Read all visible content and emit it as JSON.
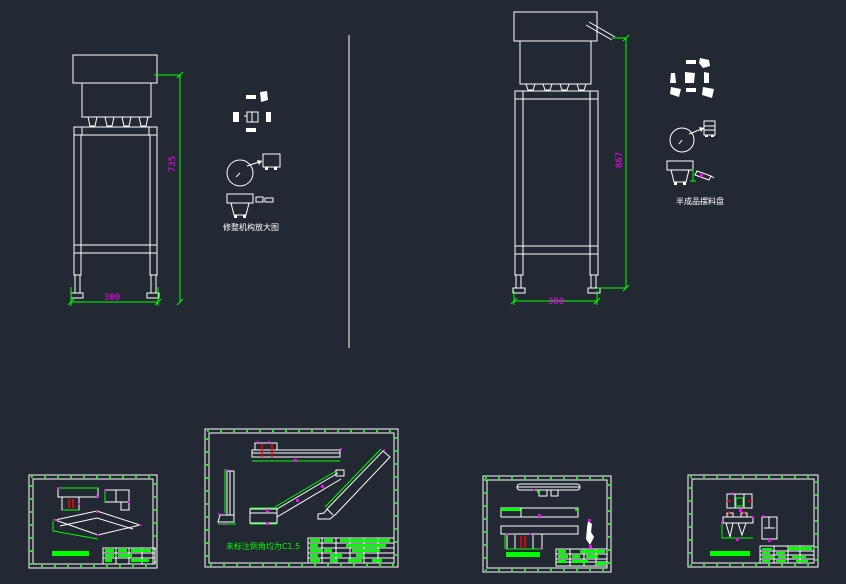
{
  "canvas": {
    "background": "#232933",
    "description": "CAD model space with two machine elevation views, two detail callout groups and four drawing sheets"
  },
  "palette": {
    "geometry_line": "#ffffff",
    "dimension_line": "#00ff00",
    "dimension_text": "#ff00ff",
    "highlight_green": "#00ff00",
    "marker_magenta": "#ff00ff",
    "alert_red": "#ff0000"
  },
  "views": {
    "front": {
      "dim_height": "735",
      "dim_width": "300"
    },
    "side": {
      "dim_height": "867",
      "dim_width": "300"
    }
  },
  "details": {
    "left": {
      "caption": "修整机构放大图"
    },
    "right": {
      "caption": "半成品摆料盘"
    }
  },
  "sheets": {
    "note": "未标注倒角均为C1.5"
  }
}
